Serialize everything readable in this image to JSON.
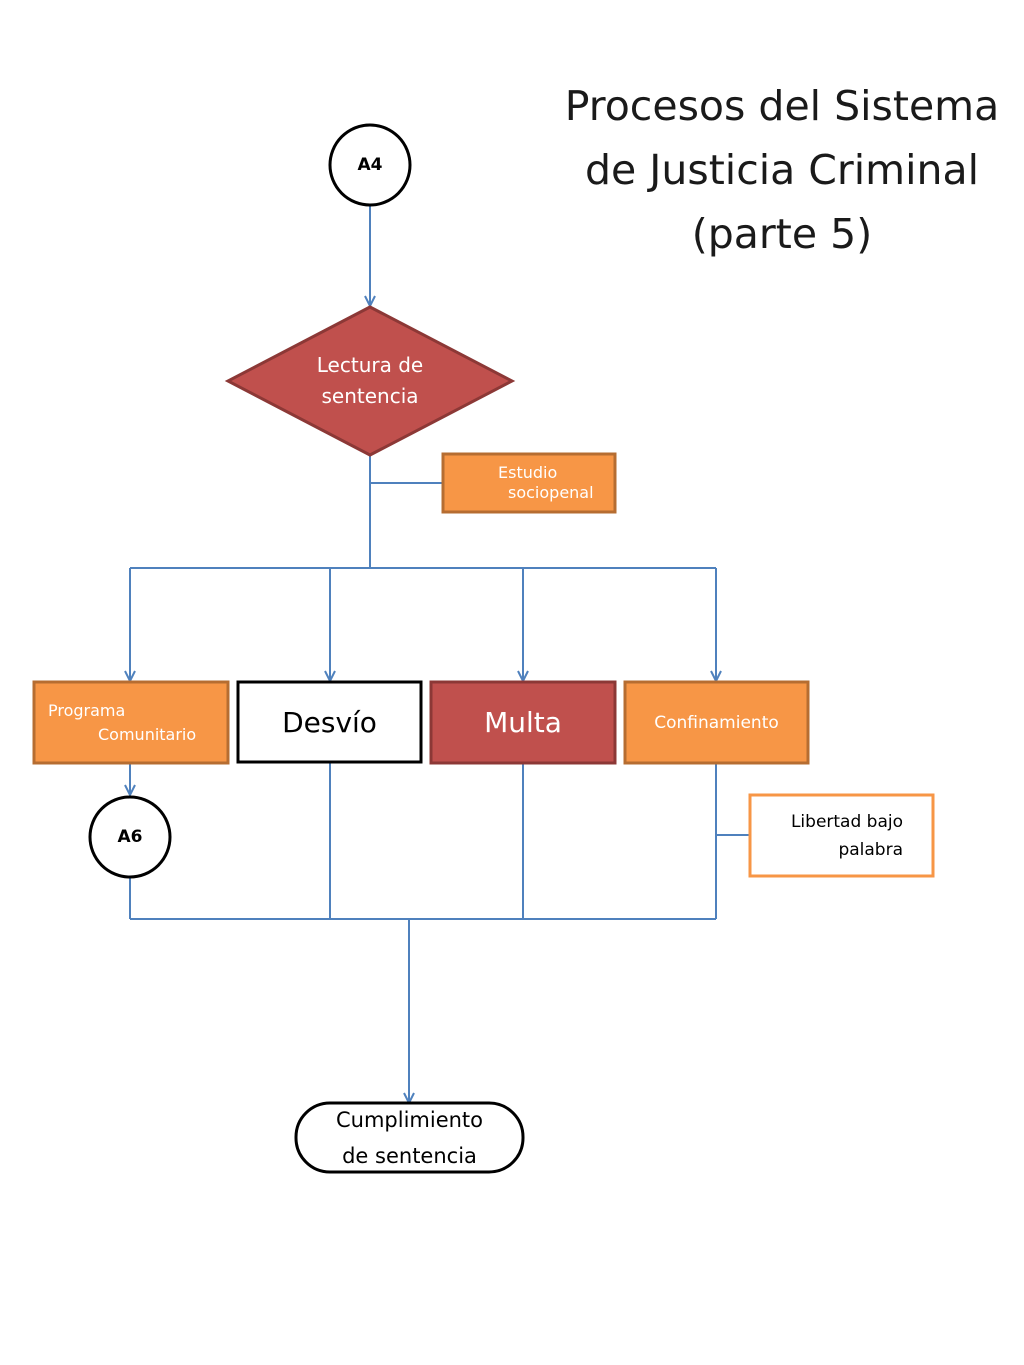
{
  "title": {
    "line1": "Procesos del Sistema",
    "line2": "de Justicia Criminal",
    "line3": "(parte 5)"
  },
  "nodes": {
    "a4": "A4",
    "lectura": {
      "line1": "Lectura de",
      "line2": "sentencia"
    },
    "estudio": {
      "line1": "Estudio",
      "line2": "sociopenal"
    },
    "programa": {
      "line1": "Programa",
      "line2": "Comunitario"
    },
    "desvio": "Desvío",
    "multa": "Multa",
    "confinamiento": "Confinamiento",
    "libertad": {
      "line1": "Libertad bajo",
      "line2": "palabra"
    },
    "a6": "A6",
    "cumplimiento": {
      "line1": "Cumplimiento",
      "line2": "de sentencia"
    }
  },
  "colors": {
    "connector": "#4f81bd",
    "orange_fill": "#f79646",
    "orange_border": "#b66d31",
    "red_fill": "#c0504d",
    "red_border": "#8c3836",
    "libertad_border": "#f79646"
  }
}
